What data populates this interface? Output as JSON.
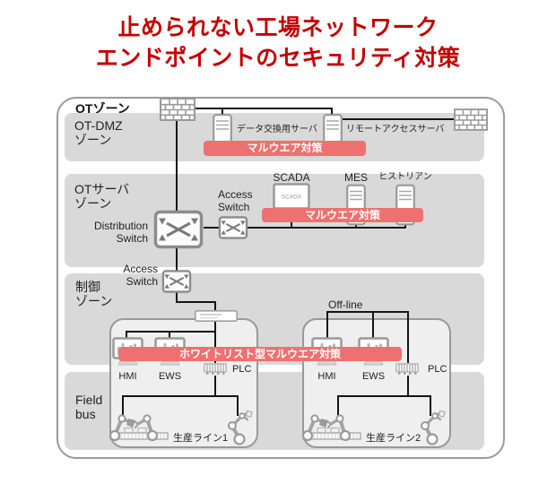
{
  "title": {
    "line1": "止められない工場ネットワーク",
    "line2": "エンドポイントのセキュリティ対策"
  },
  "ot_zone_label": "OTゾーン",
  "colors": {
    "title_red": "#c40000",
    "banner_red": "#ef7070",
    "banner_text": "#ffffff",
    "zone_band_gray": "#d9d9d9"
  },
  "zones": {
    "dmz": {
      "name1": "OT-DMZ",
      "name2": "ゾーン",
      "server1": "データ交換用サーバ",
      "server2": "リモートアクセスサーバ",
      "banner": "マルウエア対策"
    },
    "ot_server": {
      "name1": "OTサーバ",
      "name2": "ゾーン",
      "dist1": "Distribution",
      "dist2": "Switch",
      "access1": "Access",
      "access2": "Switch",
      "scada": "SCADA",
      "scada_screen": "SCADA",
      "mes": "MES",
      "historian": "ヒストリアン",
      "banner": "マルウエア対策"
    },
    "control": {
      "name1": "制御",
      "name2": "ゾーン",
      "access1": "Access",
      "access2": "Switch",
      "offline": "Off-line",
      "banner": "ホワイトリスト型マルウエア対策",
      "group1": {
        "hmi": "HMI",
        "ews": "EWS",
        "plc": "PLC",
        "line_label": "生産ライン1"
      },
      "group2": {
        "hmi": "HMI",
        "ews": "EWS",
        "plc": "PLC",
        "line_label": "生産ライン2"
      }
    },
    "field": {
      "name1": "Field",
      "name2": "bus"
    }
  }
}
